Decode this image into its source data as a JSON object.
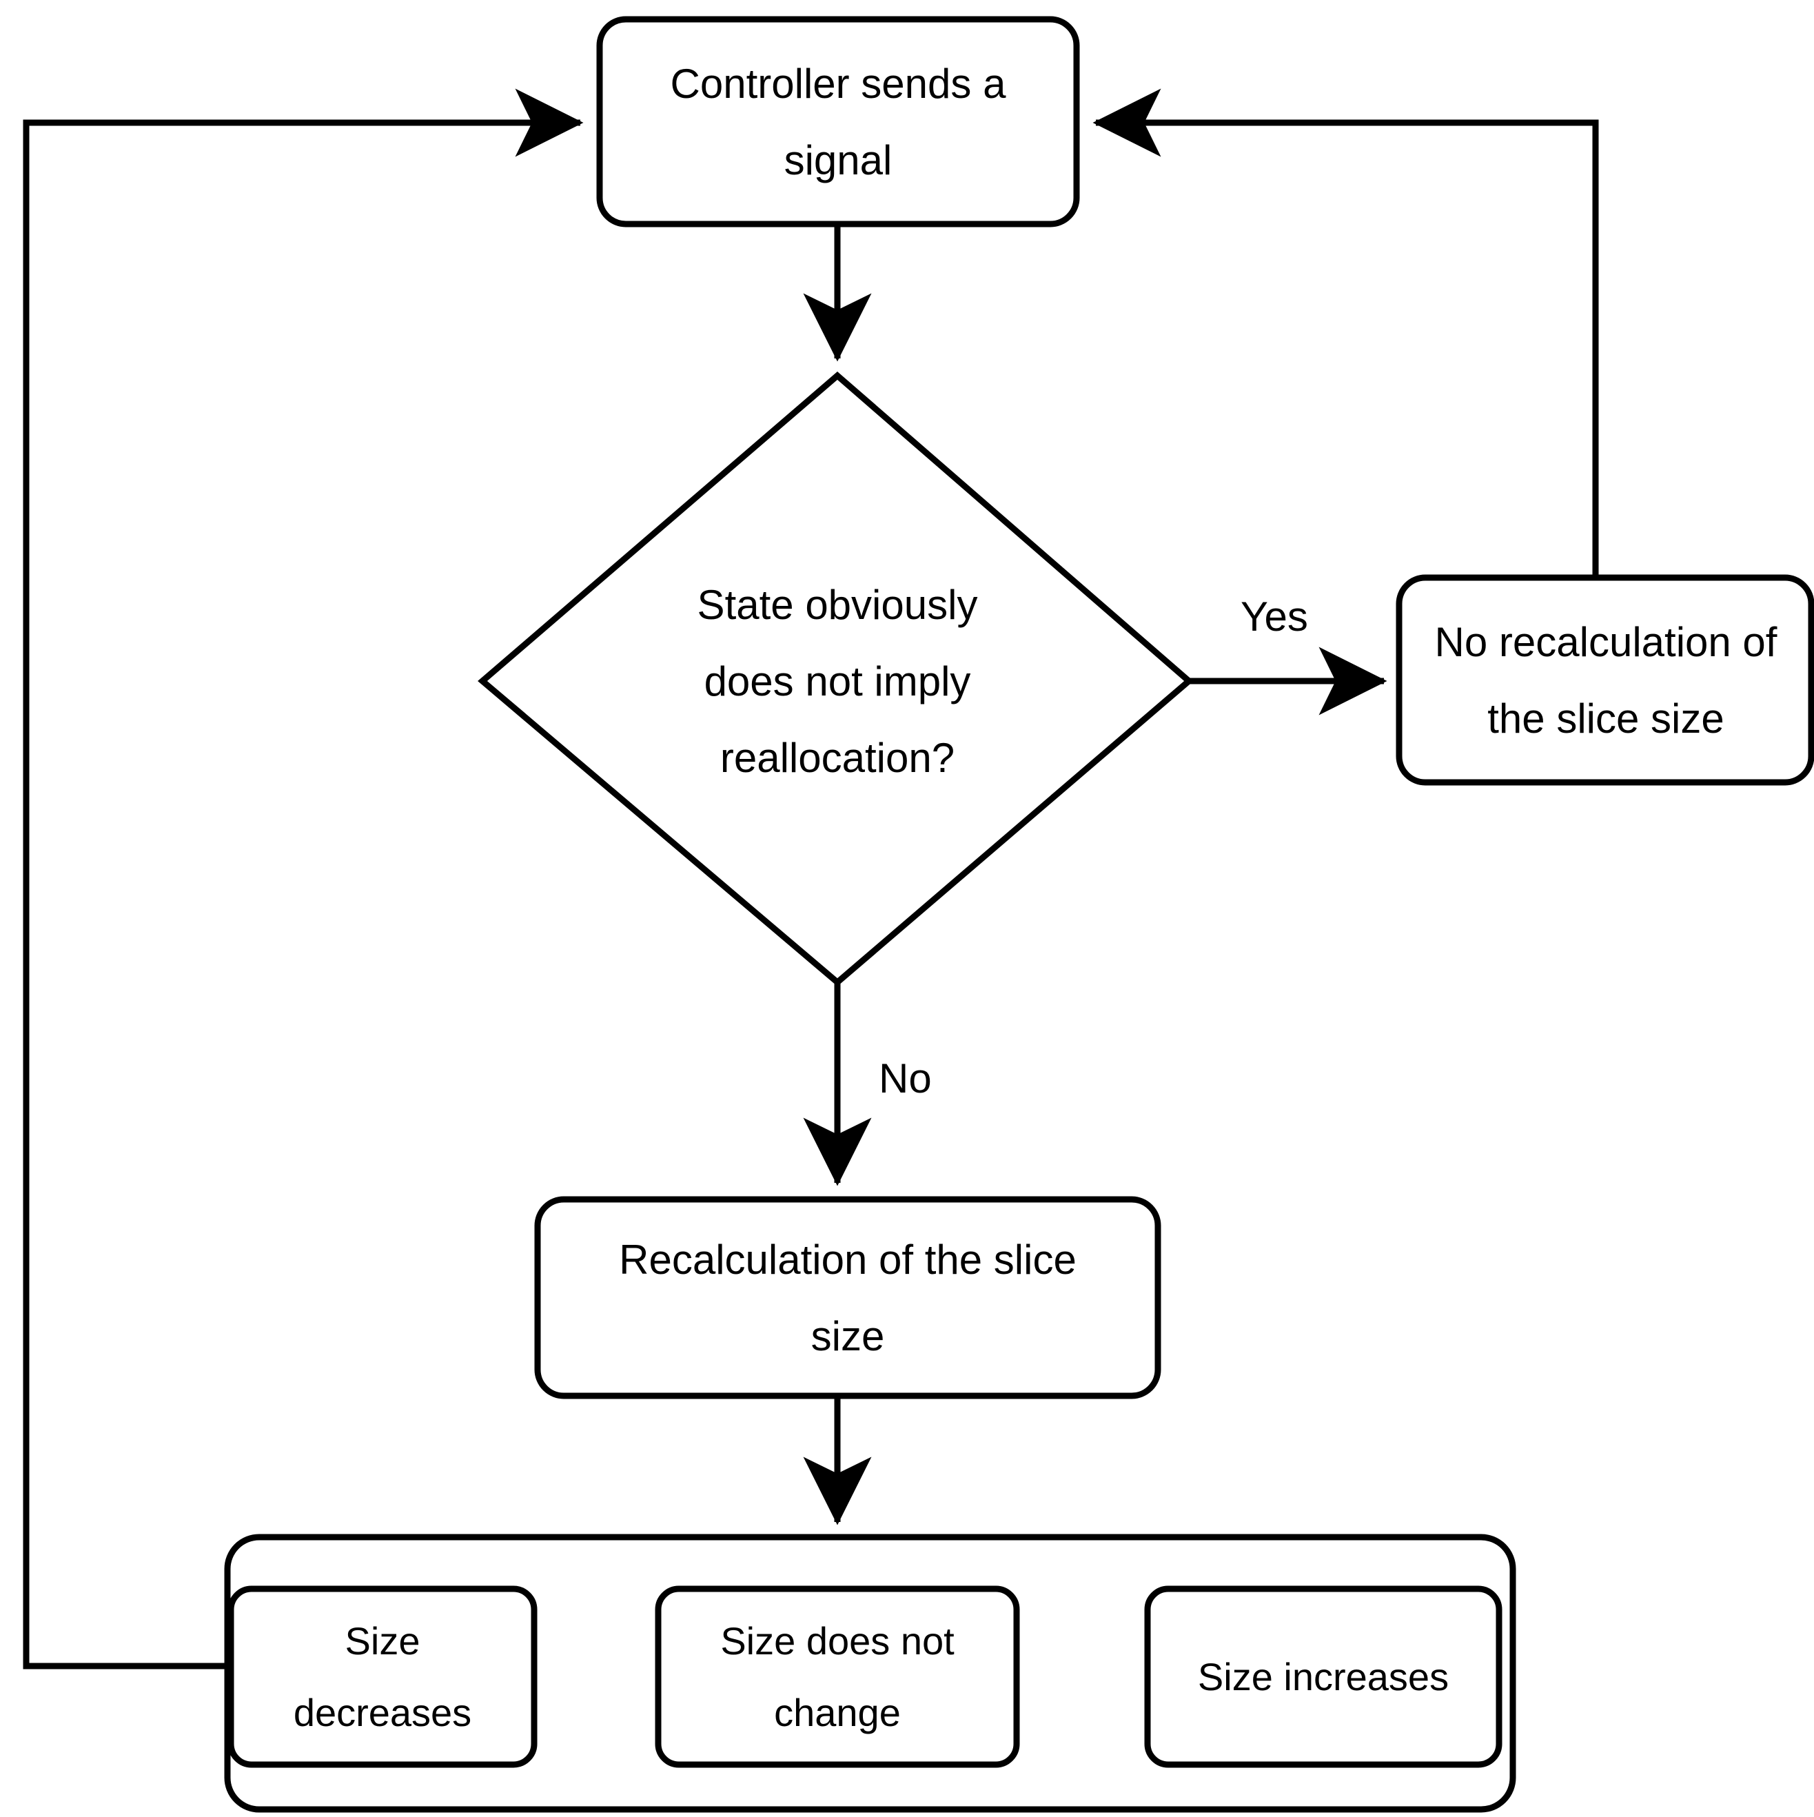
{
  "diagram": {
    "type": "flowchart",
    "background_color": "#ffffff",
    "stroke_color": "#000000",
    "text_color": "#000000",
    "nodes": [
      {
        "id": "controller",
        "shape": "rounded-rectangle",
        "label": "Controller sends a\nsignal"
      },
      {
        "id": "decision",
        "shape": "diamond",
        "label": "State obviously\ndoes not imply\nreallocation?"
      },
      {
        "id": "no_recalculation",
        "shape": "rounded-rectangle",
        "label": "No recalculation of\nthe slice size"
      },
      {
        "id": "recalculation",
        "shape": "rounded-rectangle",
        "label": "Recalculation of the slice\nsize"
      },
      {
        "id": "outcomes_group",
        "shape": "rounded-rectangle",
        "label": ""
      },
      {
        "id": "size_decreases",
        "shape": "rounded-rectangle",
        "label": "Size\ndecreases"
      },
      {
        "id": "size_does_not_change",
        "shape": "rounded-rectangle",
        "label": "Size does not\nchange"
      },
      {
        "id": "size_increases",
        "shape": "rounded-rectangle",
        "label": "Size increases"
      }
    ],
    "edges": [
      {
        "id": "e-controller-decision",
        "from": "controller",
        "to": "decision",
        "label": ""
      },
      {
        "id": "e-decision-yes",
        "from": "decision",
        "to": "no_recalculation",
        "label": "Yes"
      },
      {
        "id": "e-decision-no",
        "from": "decision",
        "to": "recalculation",
        "label": "No"
      },
      {
        "id": "e-recalc-outcomes",
        "from": "recalculation",
        "to": "outcomes_group",
        "label": ""
      },
      {
        "id": "e-norecalc-controller",
        "from": "no_recalculation",
        "to": "controller",
        "label": ""
      },
      {
        "id": "e-outcomes-controller",
        "from": "outcomes_group",
        "to": "controller",
        "label": ""
      }
    ]
  }
}
